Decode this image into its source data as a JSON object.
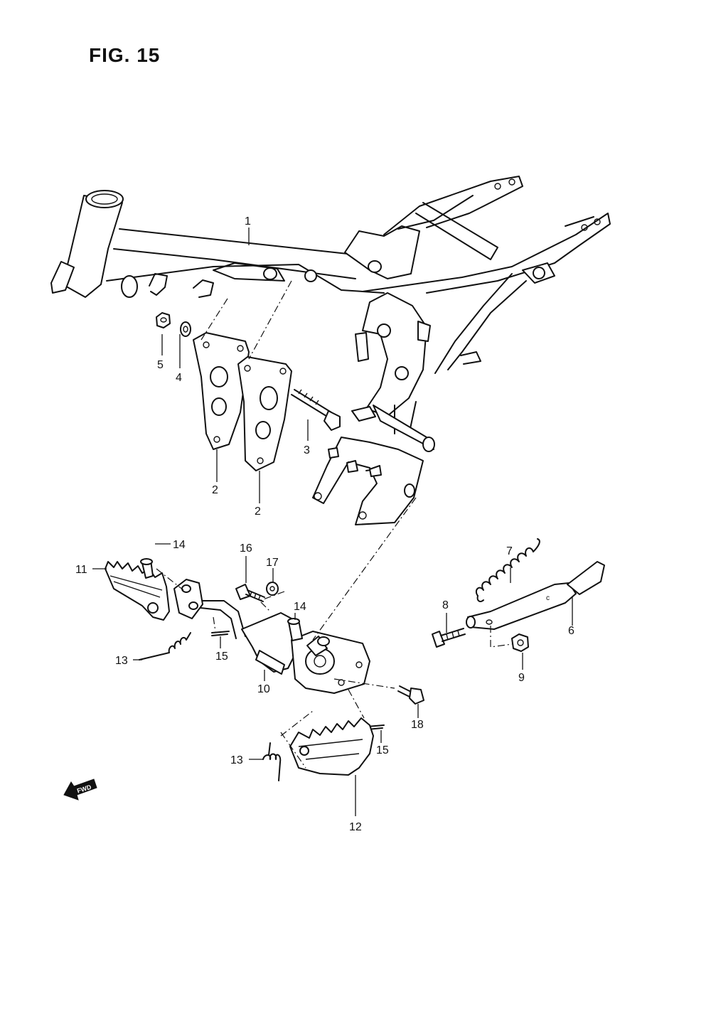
{
  "figure": {
    "title": "FIG. 15",
    "fwd_label": "FWD"
  },
  "callouts": {
    "c1": "1",
    "c2a": "2",
    "c2b": "2",
    "c3": "3",
    "c4": "4",
    "c5": "5",
    "c6": "6",
    "c7": "7",
    "c8": "8",
    "c9": "9",
    "c10": "10",
    "c11": "11",
    "c12": "12",
    "c13a": "13",
    "c13b": "13",
    "c14a": "14",
    "c14b": "14",
    "c15a": "15",
    "c15b": "15",
    "c16": "16",
    "c17": "17",
    "c18": "18"
  }
}
